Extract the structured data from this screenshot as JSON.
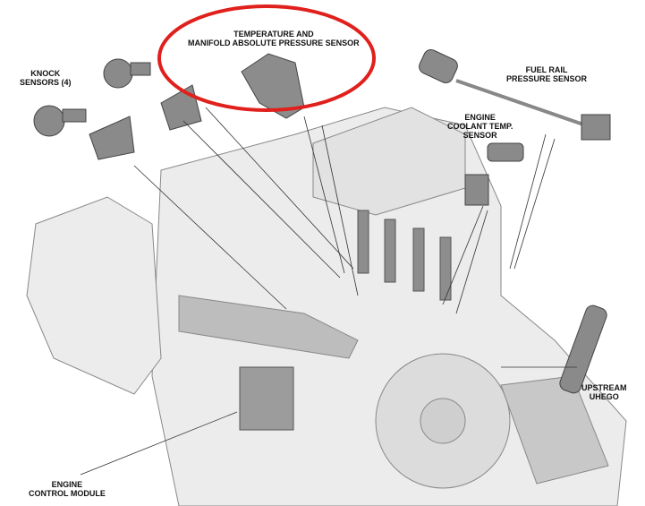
{
  "labels": {
    "tmap": [
      "TEMPERATURE AND",
      "MANIFOLD ABSOLUTE PRESSURE SENSOR"
    ],
    "knock": [
      "KNOCK",
      "SENSORS (4)"
    ],
    "fuel_rail": [
      "FUEL RAIL",
      "PRESSURE SENSOR"
    ],
    "ect": [
      "ENGINE",
      "COOLANT TEMP.",
      "SENSOR"
    ],
    "uhego": [
      "UPSTREAM",
      "UHEGO"
    ],
    "ecm": [
      "ENGINE",
      "CONTROL MODULE"
    ]
  },
  "colors": {
    "highlight": "#e0201c",
    "part": "#9a9a9a",
    "engine": "#ececec",
    "line": "#333333"
  }
}
